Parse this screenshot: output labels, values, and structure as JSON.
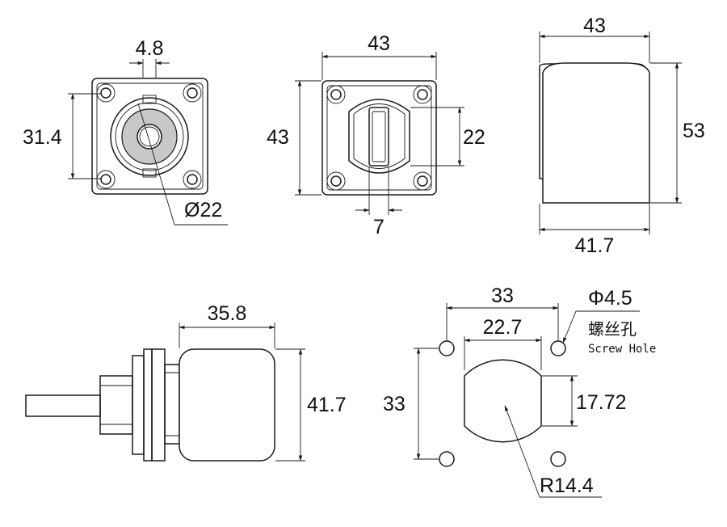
{
  "top_left_view": {
    "dim_top": "4.8",
    "dim_left": "31.4",
    "dim_diameter": "Ø22"
  },
  "top_middle_view": {
    "dim_top": "43",
    "dim_left": "43",
    "dim_right": "22",
    "dim_bottom": "7"
  },
  "top_right_view": {
    "dim_top": "43",
    "dim_right": "53",
    "dim_bottom": "41.7"
  },
  "bottom_left_view": {
    "dim_top": "35.8",
    "dim_right": "41.7"
  },
  "bottom_right_view": {
    "dim_outer_width": "33",
    "dim_inner_width": "22.7",
    "dim_left": "33",
    "dim_right": "17.72",
    "dim_radius": "R14.4",
    "hole_dim": "Φ4.5",
    "hole_label_cn": "螺丝孔",
    "hole_label_en": "Screw Hole"
  }
}
